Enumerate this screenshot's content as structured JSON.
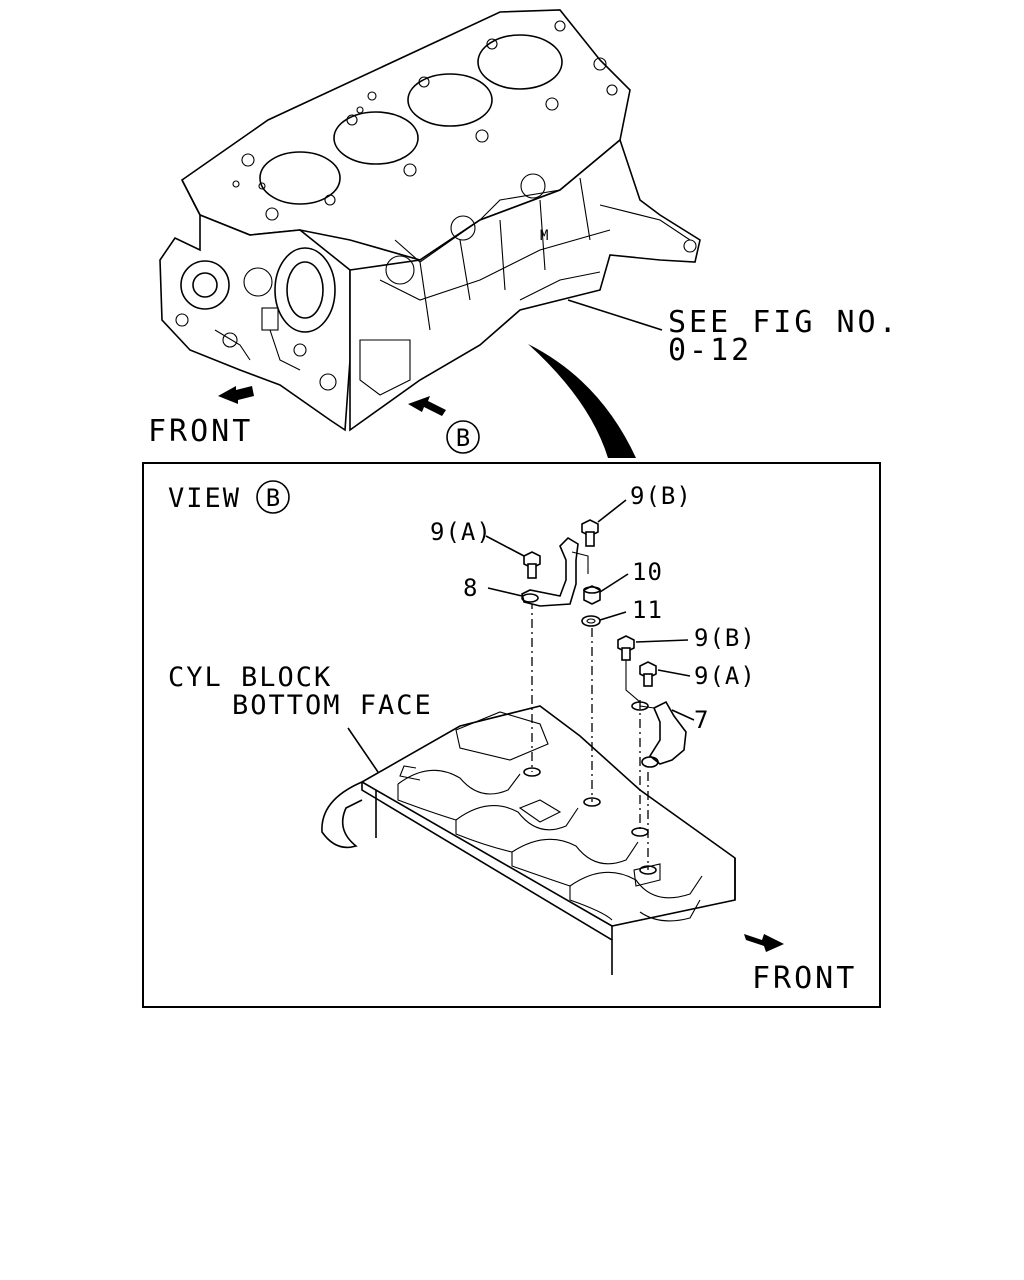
{
  "labels": {
    "see_fig_line1": "SEE FIG NO.",
    "see_fig_line2": "0-12",
    "front_top": "FRONT",
    "view_marker_top": "B",
    "view_title": "VIEW",
    "view_marker_box": "B",
    "cyl_block_line1": "CYL BLOCK",
    "cyl_block_line2": "BOTTOM FACE",
    "front_bottom": "FRONT"
  },
  "callouts": {
    "c_9b_top": "9(B)",
    "c_9a_left": "9(A)",
    "c_10": "10",
    "c_8": "8",
    "c_11": "11",
    "c_9b_right": "9(B)",
    "c_9a_right": "9(A)",
    "c_7": "7"
  }
}
